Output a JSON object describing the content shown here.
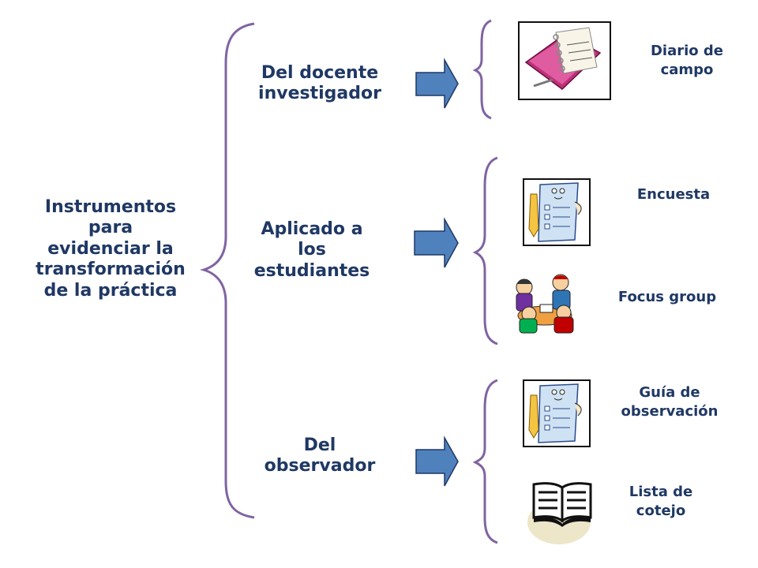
{
  "main_title": [
    "Instrumentos",
    "para",
    "evidenciar la",
    "transformación",
    "de la práctica"
  ],
  "categories": [
    {
      "label": [
        "Del docente",
        "investigador"
      ]
    },
    {
      "label": [
        "Aplicado a",
        "los",
        "estudiantes"
      ]
    },
    {
      "label": [
        "Del",
        "observador"
      ]
    }
  ],
  "instruments": [
    {
      "label": [
        "Diario de",
        "campo"
      ],
      "icon": "journal-icon"
    },
    {
      "label": [
        "Encuesta"
      ],
      "icon": "survey-checklist-icon"
    },
    {
      "label": [
        "Focus group"
      ],
      "icon": "focus-group-icon"
    },
    {
      "label": [
        "Guía de",
        "observación"
      ],
      "icon": "observation-checklist-icon"
    },
    {
      "label": [
        "Lista de",
        "cotejo"
      ],
      "icon": "open-book-icon"
    }
  ],
  "colors": {
    "text": "#1f3864",
    "brace": "#8064a2",
    "arrow": "#4f81bd",
    "arrow_stroke": "#1f3864"
  }
}
